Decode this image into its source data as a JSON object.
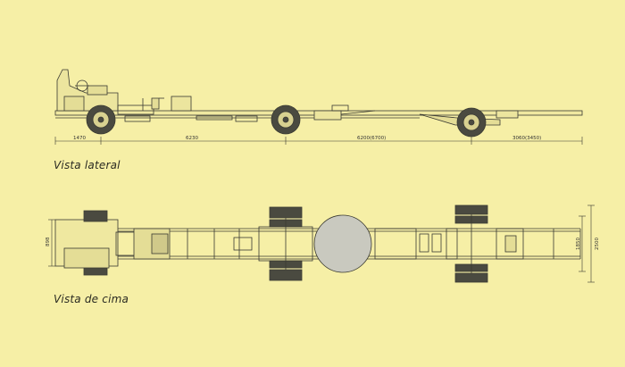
{
  "captions": {
    "side_view": "Vista lateral",
    "top_view": "Vista de cima"
  },
  "side_dimensions": {
    "front_overhang": "1470",
    "wheelbase_1": "6230",
    "wheelbase_2": "6200(6700)",
    "rear_overhang": "3060(3450)"
  },
  "top_dimensions": {
    "front_track": "898",
    "rear_track": "1850",
    "overall_width": "2500"
  },
  "colors": {
    "background": "#f6efa6",
    "line": "#3a3a32",
    "wheel": "#4a4a40",
    "tank": "#c9c9bf"
  }
}
